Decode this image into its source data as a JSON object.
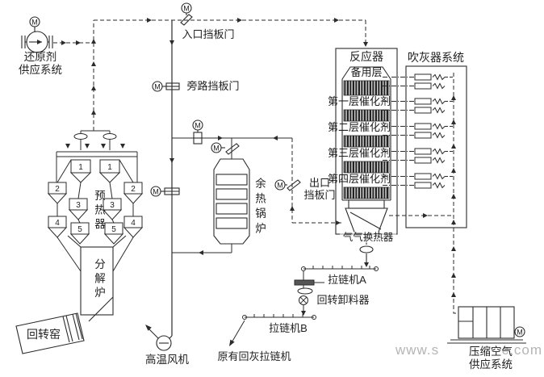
{
  "symbols": {
    "motor": "M"
  },
  "reducing_agent": {
    "line1": "还原剂",
    "line2": "供应系统"
  },
  "dampers": {
    "inlet": "入口挡板门",
    "bypass": "旁路挡板门",
    "outlet_line1": "出口",
    "outlet_line2": "挡板门"
  },
  "preheater": {
    "label": "预热器",
    "stages": [
      "1",
      "2",
      "3",
      "4",
      "5"
    ]
  },
  "calciner": {
    "label": "分解炉"
  },
  "kiln": {
    "label": "回转窑"
  },
  "fan": {
    "label": "高温风机"
  },
  "boiler": {
    "label": "余热锅炉"
  },
  "reactor": {
    "label": "反应器",
    "spare_layer": "备用层",
    "layers": [
      "第一层催化剂",
      "第二层催化剂",
      "第三层催化剂",
      "第四层催化剂"
    ],
    "heat_exchanger": "气气换热器"
  },
  "sootblower": {
    "label": "吹灰器系统"
  },
  "conveyors": {
    "a": "拉链机A",
    "rotary_discharger": "回转卸料器",
    "b": "拉链机B",
    "original": "原有回灰拉链机"
  },
  "compressed_air": {
    "line1": "压缩空气",
    "line2": "供应系统"
  },
  "watermark": {
    "left": "www.s",
    "right": "c.com"
  },
  "colors": {
    "line": "#2b2b2b",
    "watermark": "#b5b5b5"
  }
}
